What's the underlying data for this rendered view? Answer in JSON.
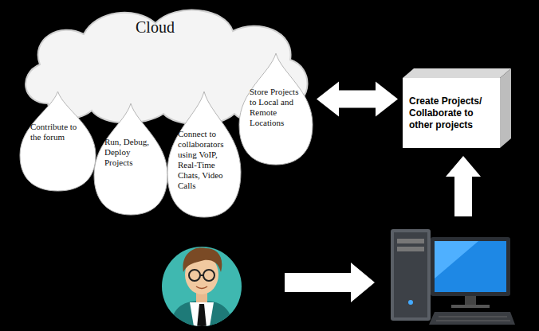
{
  "diagram": {
    "nodes": [
      {
        "text": [
          "Cloud"
        ]
      },
      {
        "text": [
          "Contribute to the forum"
        ],
        "in": 0
      },
      {
        "text": [
          "Run, Debug, Deploy Projects"
        ],
        "in": 0
      },
      {
        "text": [
          "Connect to collaborators using VoIP, Real-Time Chats, Video Calls"
        ],
        "in": 0
      },
      {
        "text": [
          "Store Projects to Local and Remote Locations"
        ],
        "in": 0
      },
      {
        "text": [
          "Create Projects/ Collaborate to other projects"
        ]
      }
    ],
    "edges": [
      {
        "from": 0,
        "to": 5,
        "arrow": "both"
      }
    ]
  }
}
